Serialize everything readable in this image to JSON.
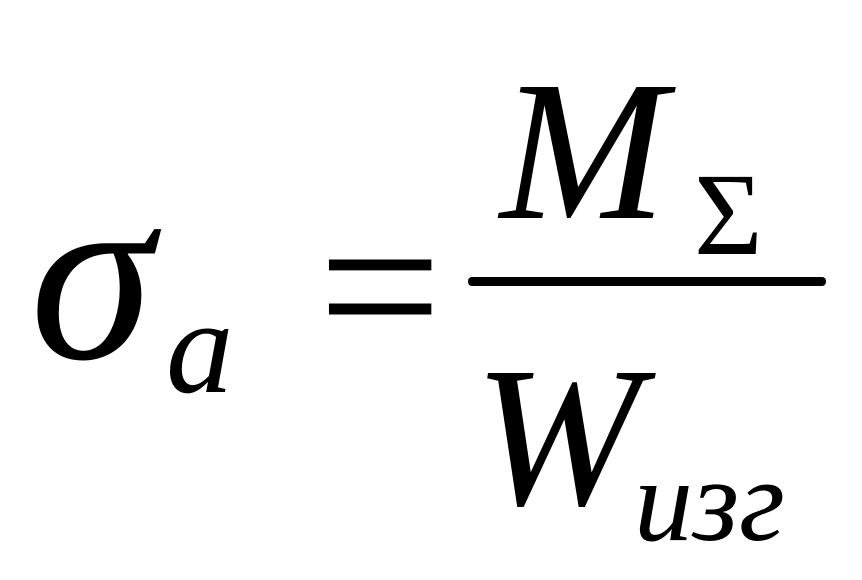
{
  "formula": {
    "lhs": {
      "symbol": "σ",
      "subscript": "a"
    },
    "operator": "=",
    "numerator": {
      "symbol": "M",
      "subscript": "Σ"
    },
    "denominator": {
      "symbol": "W",
      "subscript": "изг"
    }
  }
}
